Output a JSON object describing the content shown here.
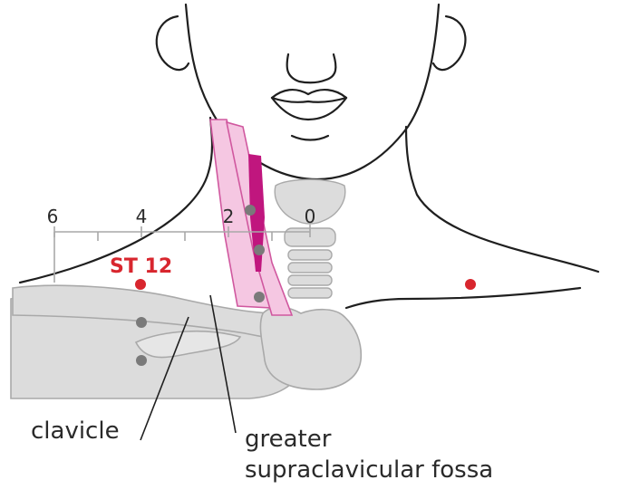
{
  "ruler": {
    "ticks": [
      "6",
      "4",
      "2",
      "0"
    ]
  },
  "acupoint": {
    "label": "ST 12",
    "color": "#d8262e"
  },
  "labels": {
    "clavicle": "clavicle",
    "fossa_line1": "greater",
    "fossa_line2": "supraclavicular fossa"
  },
  "colors": {
    "outline": "#1f1f1f",
    "bone_fill": "#dcdcdc",
    "bone_stroke": "#a9a9a9",
    "muscle_light": "#f5c7e2",
    "muscle_stroke": "#d0589f",
    "muscle_dark": "#c0167e",
    "marker_gray": "#7a7a7a",
    "ruler_stroke": "#a8a8a8",
    "text": "#2a2a2a"
  }
}
